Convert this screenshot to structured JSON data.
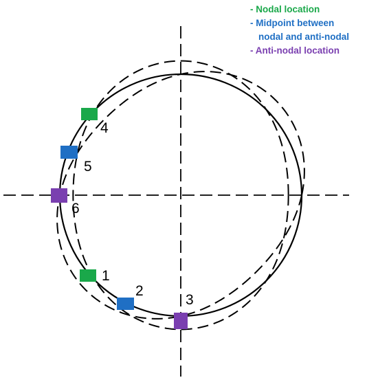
{
  "legend": {
    "nodal": {
      "text": "- Nodal location",
      "color": "#1aa84a"
    },
    "midpoint": {
      "line1": "- Midpoint between",
      "line2": "nodal and anti-nodal",
      "color": "#1f6fc4"
    },
    "antinodal": {
      "text": "- Anti-nodal location",
      "color": "#7a3fb0"
    }
  },
  "markers": [
    {
      "label": "1",
      "type": "nodal"
    },
    {
      "label": "2",
      "type": "midpoint"
    },
    {
      "label": "3",
      "type": "antinodal"
    },
    {
      "label": "4",
      "type": "nodal"
    },
    {
      "label": "5",
      "type": "midpoint"
    },
    {
      "label": "6",
      "type": "antinodal"
    }
  ]
}
